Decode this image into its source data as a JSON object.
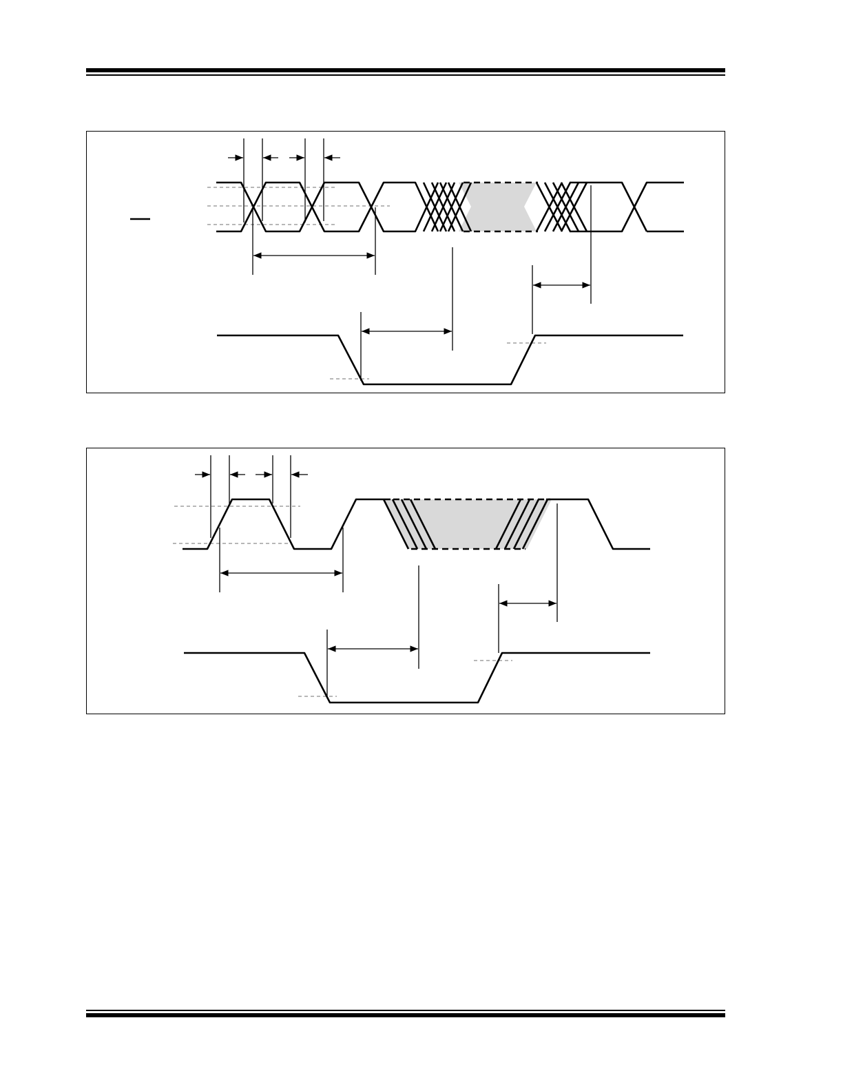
{
  "colors": {
    "ink": "#000000",
    "threshold_dash": "#8c8c8c",
    "shading": "#d9d9d9"
  },
  "figures": [
    {
      "signals": [
        "differential-data",
        "enable-low"
      ]
    },
    {
      "signals": [
        "single-ended-data",
        "enable-low"
      ]
    }
  ]
}
